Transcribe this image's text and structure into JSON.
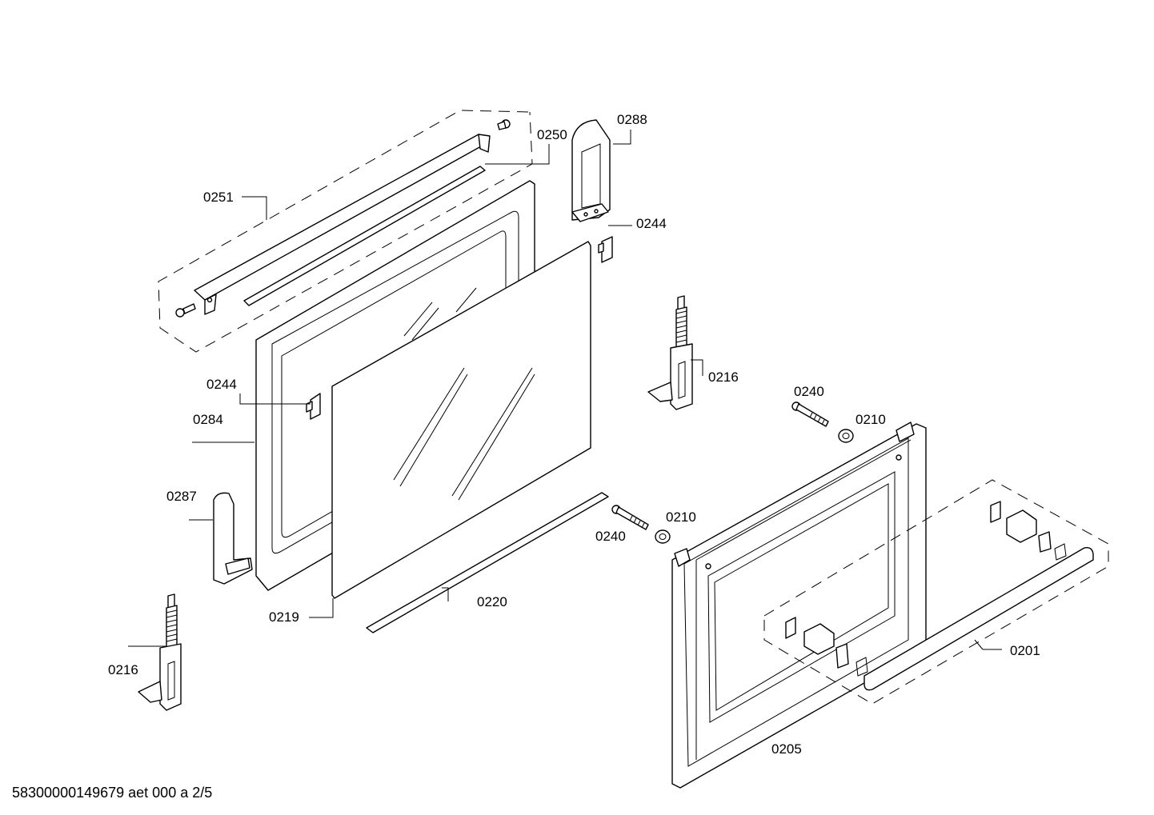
{
  "diagram": {
    "footer_code": "58300000149679 aet 000 a 2/5",
    "labels": {
      "p0288": "0288",
      "p0250": "0250",
      "p0251": "0251",
      "p0244_top": "0244",
      "p0216_right": "0216",
      "p0240_top": "0240",
      "p0210_top": "0210",
      "p0244_left": "0244",
      "p0284": "0284",
      "p0287": "0287",
      "p0210_mid": "0210",
      "p0240_mid": "0240",
      "p0220": "0220",
      "p0219": "0219",
      "p0216_left": "0216",
      "p0201": "0201",
      "p0205": "0205"
    }
  }
}
